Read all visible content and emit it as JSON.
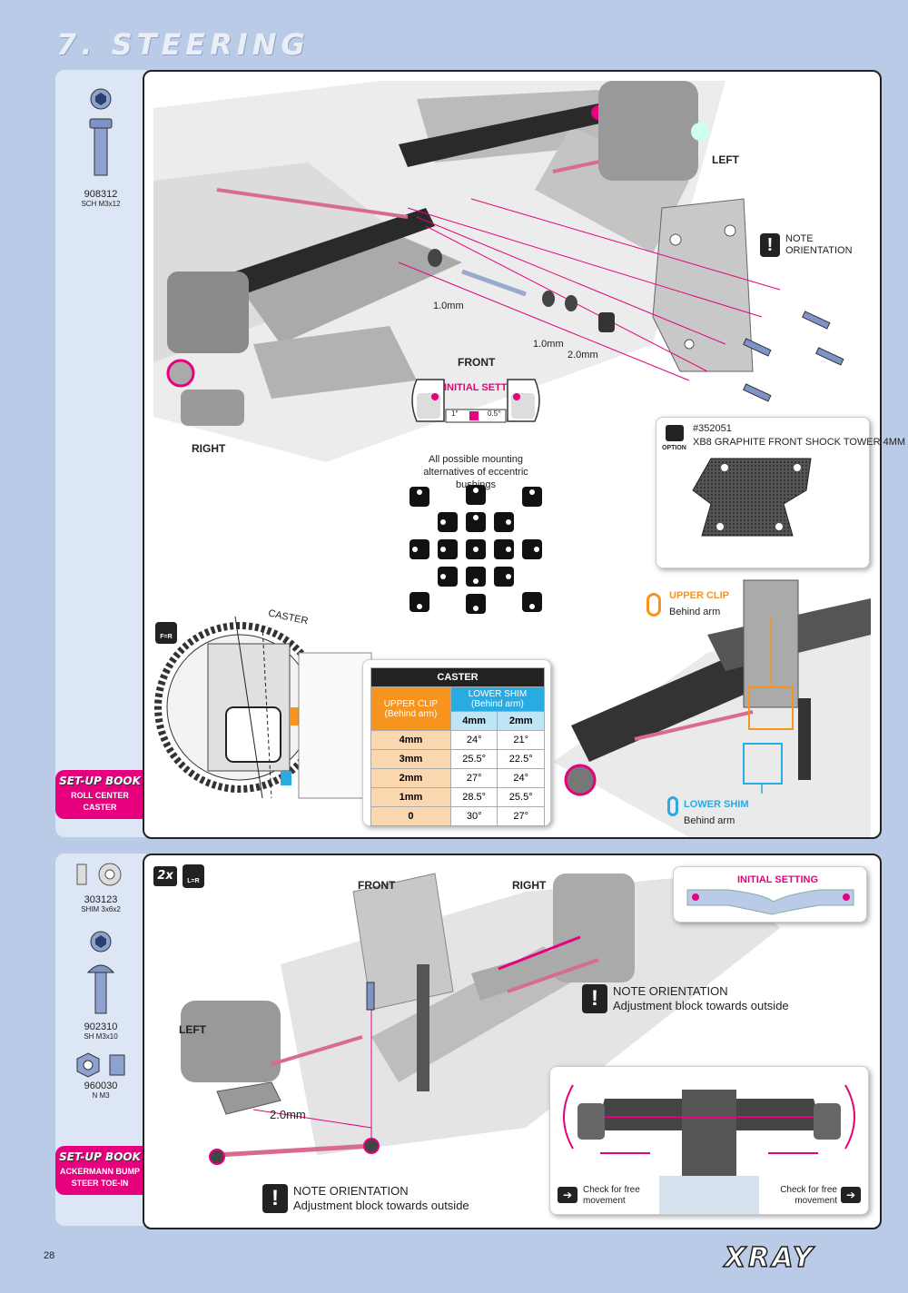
{
  "page": {
    "title": "7. STEERING",
    "number": "28",
    "brand": "XRAY"
  },
  "parts_top": [
    {
      "code": "908312",
      "desc": "SCH M3x12"
    }
  ],
  "parts_bottom": [
    {
      "code": "303123",
      "desc": "SHIM 3x6x2"
    },
    {
      "code": "902310",
      "desc": "SH M3x10"
    },
    {
      "code": "960030",
      "desc": "N M3"
    }
  ],
  "setup_top": {
    "title": "SET-UP BOOK",
    "items": "ROLL CENTER CASTER"
  },
  "setup_bottom": {
    "title": "SET-UP BOOK",
    "items": "ACKERMANN BUMP STEER TOE-IN"
  },
  "panel1": {
    "left": "LEFT",
    "right": "RIGHT",
    "front": "FRONT",
    "note": "NOTE ORIENTATION",
    "dim_1": "1.0mm",
    "dim_2": "1.0mm",
    "dim_3": "2.0mm",
    "initial_setting": "INITIAL SETTING",
    "scale_1": "1°",
    "scale_2": "0.5°",
    "mounting_text": "All possible mounting alternatives of eccentric bushings",
    "option_code": "#352051",
    "option_name": "XB8 GRAPHITE FRONT SHOCK TOWER 4MM",
    "option_label": "OPTION",
    "upper_clip": "UPPER CLIP",
    "upper_clip_sub": "Behind arm",
    "lower_shim": "LOWER SHIM",
    "lower_shim_sub": "Behind arm",
    "caster_label": "CASTER",
    "fr_label": "F=R"
  },
  "caster_table": {
    "title": "CASTER",
    "col_upper": "UPPER CLIP (Behind arm)",
    "col_lower": "LOWER SHIM (Behind arm)",
    "sub": [
      "4mm",
      "2mm"
    ],
    "rows": [
      [
        "4mm",
        "24°",
        "21°"
      ],
      [
        "3mm",
        "25.5°",
        "22.5°"
      ],
      [
        "2mm",
        "27°",
        "24°"
      ],
      [
        "1mm",
        "28.5°",
        "25.5°"
      ],
      [
        "0",
        "30°",
        "27°"
      ]
    ]
  },
  "panel2": {
    "count": "2x",
    "lr_label": "L=R",
    "front": "FRONT",
    "right": "RIGHT",
    "left": "LEFT",
    "initial_setting": "INITIAL SETTING",
    "note_title": "NOTE ORIENTATION",
    "note_sub": "Adjustment block towards outside",
    "dim": "2.0mm",
    "check_left": "Check for free movement",
    "check_right": "Check for free movement"
  },
  "colors": {
    "accent": "#e6007e",
    "orange": "#f7941d",
    "blue": "#29abe2",
    "bg": "#b9cbe6"
  }
}
